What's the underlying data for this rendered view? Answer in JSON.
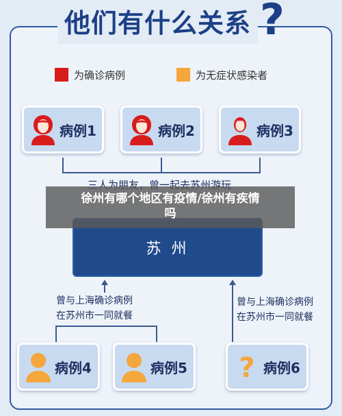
{
  "title": "他们有什么关系",
  "title_mark": "?",
  "legend": [
    {
      "label": "为确诊病例",
      "color": "#d81c1c"
    },
    {
      "label": "为无症状感染者",
      "color": "#f5a63c"
    }
  ],
  "cases": [
    {
      "label": "病例1",
      "type": "confirmed"
    },
    {
      "label": "病例2",
      "type": "confirmed"
    },
    {
      "label": "病例3",
      "type": "confirmed"
    },
    {
      "label": "病例4",
      "type": "asymptomatic"
    },
    {
      "label": "病例5",
      "type": "asymptomatic"
    },
    {
      "label": "病例6",
      "type": "unknown"
    }
  ],
  "relation_top": "三人为朋友，曾一起去苏州游玩",
  "city": "苏 州",
  "note_left": [
    "曾与上海确诊病例",
    "在苏州市一同就餐"
  ],
  "note_right": [
    "曾与上海确诊病例",
    "在苏州市一同就餐"
  ],
  "overlay_title": [
    "徐州有哪个地区有疫情/徐州有疾情",
    "吗"
  ],
  "colors": {
    "confirmed": "#d81c1c",
    "asymptomatic": "#f5a63c",
    "unknown": "#f5a63c",
    "primary": "#1c3f87"
  }
}
